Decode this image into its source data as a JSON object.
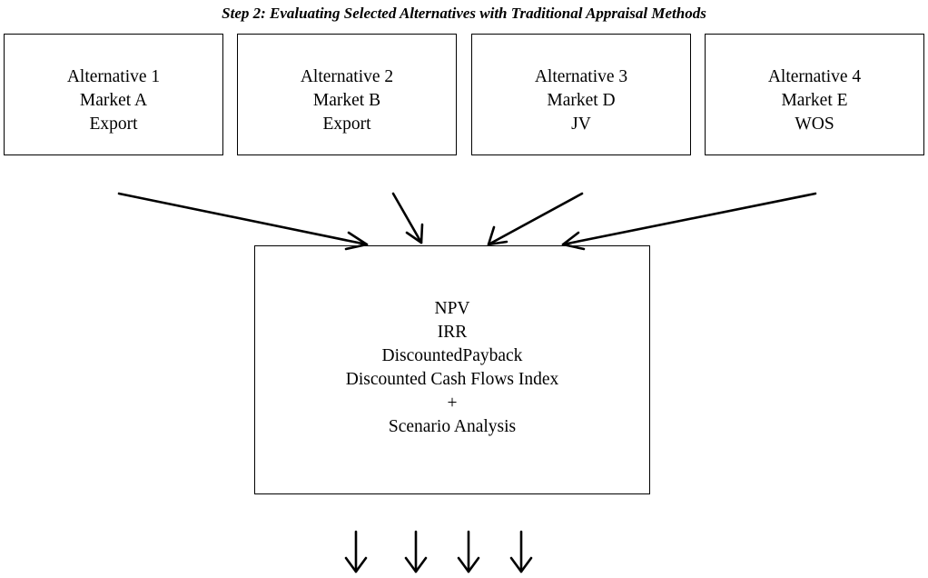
{
  "title_prefix": "Step 2",
  "title_rest": ": Evaluating Selected Alternatives with Traditional Appraisal Methods",
  "alternatives": [
    {
      "alternative": "Alternative 1",
      "market": "Market A",
      "mode": "Export"
    },
    {
      "alternative": "Alternative 2",
      "market": "Market B",
      "mode": "Export"
    },
    {
      "alternative": "Alternative 3",
      "market": "Market D",
      "mode": "JV"
    },
    {
      "alternative": "Alternative 4",
      "market": "Market E",
      "mode": "WOS"
    }
  ],
  "methods": [
    "NPV",
    "IRR",
    "DiscountedPayback",
    "Discounted Cash Flows Index",
    "+",
    "Scenario Analysis"
  ]
}
